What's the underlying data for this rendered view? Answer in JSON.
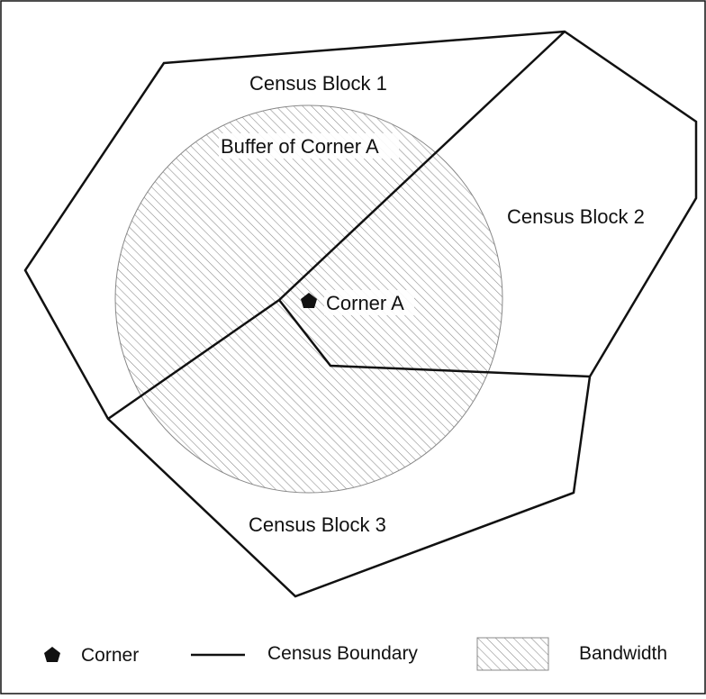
{
  "diagram": {
    "regions": {
      "block1": {
        "label": "Census Block 1"
      },
      "block2": {
        "label": "Census Block 2"
      },
      "block3": {
        "label": "Census Block 3"
      }
    },
    "buffer": {
      "label": "Buffer of Corner A"
    },
    "corner": {
      "label": "Corner A",
      "icon": "pentagon-icon"
    },
    "colors": {
      "boundary": "#111111",
      "hatch": "#888888",
      "background": "#ffffff"
    }
  },
  "legend": {
    "items": [
      {
        "icon": "pentagon-icon",
        "label": "Corner"
      },
      {
        "icon": "line-icon",
        "label": "Census Boundary"
      },
      {
        "icon": "hatch-swatch-icon",
        "label": "Bandwidth"
      }
    ]
  }
}
